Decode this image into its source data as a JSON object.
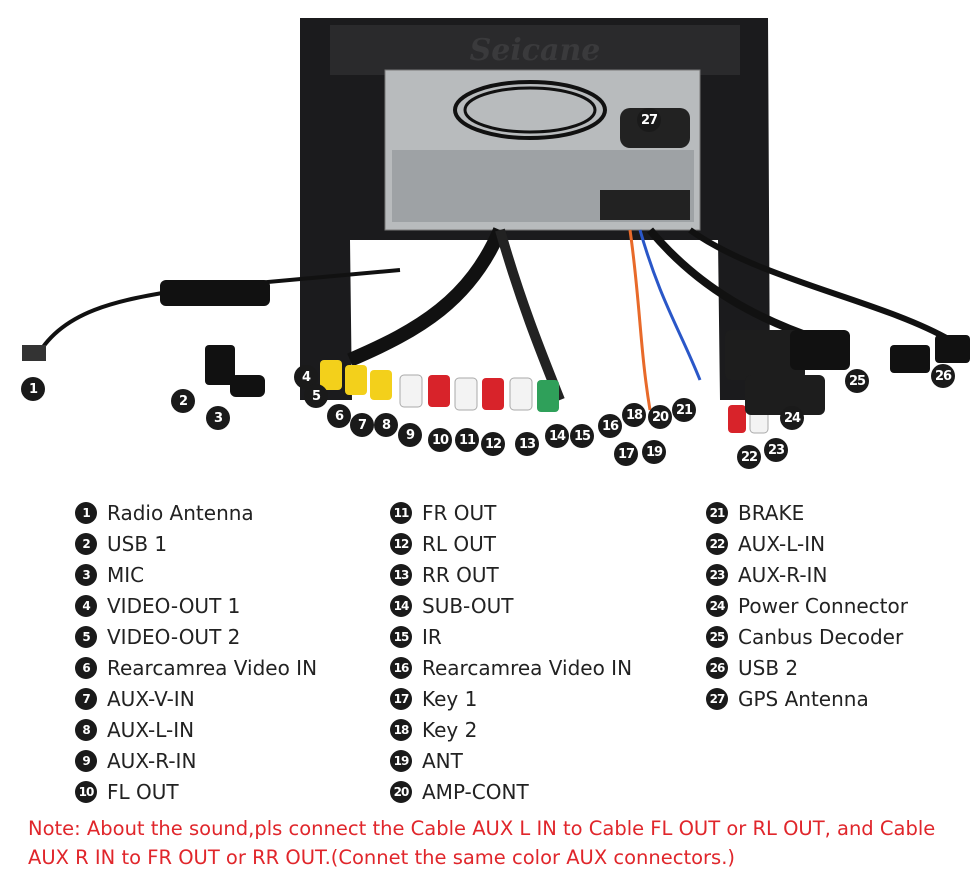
{
  "brand_watermark": "Seicane",
  "callouts": [
    {
      "num": "1"
    },
    {
      "num": "2"
    },
    {
      "num": "3"
    },
    {
      "num": "4"
    },
    {
      "num": "5"
    },
    {
      "num": "6"
    },
    {
      "num": "7"
    },
    {
      "num": "8"
    },
    {
      "num": "9"
    },
    {
      "num": "10"
    },
    {
      "num": "11"
    },
    {
      "num": "12"
    },
    {
      "num": "13"
    },
    {
      "num": "14"
    },
    {
      "num": "15"
    },
    {
      "num": "16"
    },
    {
      "num": "17"
    },
    {
      "num": "18"
    },
    {
      "num": "19"
    },
    {
      "num": "20"
    },
    {
      "num": "21"
    },
    {
      "num": "22"
    },
    {
      "num": "23"
    },
    {
      "num": "24"
    },
    {
      "num": "25"
    },
    {
      "num": "26"
    },
    {
      "num": "27"
    }
  ],
  "legend": [
    [
      {
        "num": "1",
        "label": "Radio Antenna"
      },
      {
        "num": "2",
        "label": "USB 1"
      },
      {
        "num": "3",
        "label": "MIC"
      },
      {
        "num": "4",
        "label": "VIDEO-OUT 1"
      },
      {
        "num": "5",
        "label": "VIDEO-OUT 2"
      },
      {
        "num": "6",
        "label": "Rearcamrea Video IN"
      },
      {
        "num": "7",
        "label": "AUX-V-IN"
      },
      {
        "num": "8",
        "label": "AUX-L-IN"
      },
      {
        "num": "9",
        "label": "AUX-R-IN"
      },
      {
        "num": "10",
        "label": "FL OUT"
      }
    ],
    [
      {
        "num": "11",
        "label": "FR OUT"
      },
      {
        "num": "12",
        "label": "RL OUT"
      },
      {
        "num": "13",
        "label": "RR OUT"
      },
      {
        "num": "14",
        "label": "SUB-OUT"
      },
      {
        "num": "15",
        "label": "IR"
      },
      {
        "num": "16",
        "label": "Rearcamrea Video IN"
      },
      {
        "num": "17",
        "label": "Key 1"
      },
      {
        "num": "18",
        "label": "Key 2"
      },
      {
        "num": "19",
        "label": "ANT"
      },
      {
        "num": "20",
        "label": "AMP-CONT"
      }
    ],
    [
      {
        "num": "21",
        "label": "BRAKE"
      },
      {
        "num": "22",
        "label": "AUX-L-IN"
      },
      {
        "num": "23",
        "label": "AUX-R-IN"
      },
      {
        "num": "24",
        "label": "Power Connector"
      },
      {
        "num": "25",
        "label": "Canbus Decoder"
      },
      {
        "num": "26",
        "label": "USB 2"
      },
      {
        "num": "27",
        "label": "GPS Antenna"
      }
    ]
  ],
  "note": "Note: About the sound,pls connect the Cable AUX L IN to Cable FL OUT or RL OUT, and Cable AUX R IN to FR OUT or RR OUT.(Connet the same color AUX connectors.)"
}
